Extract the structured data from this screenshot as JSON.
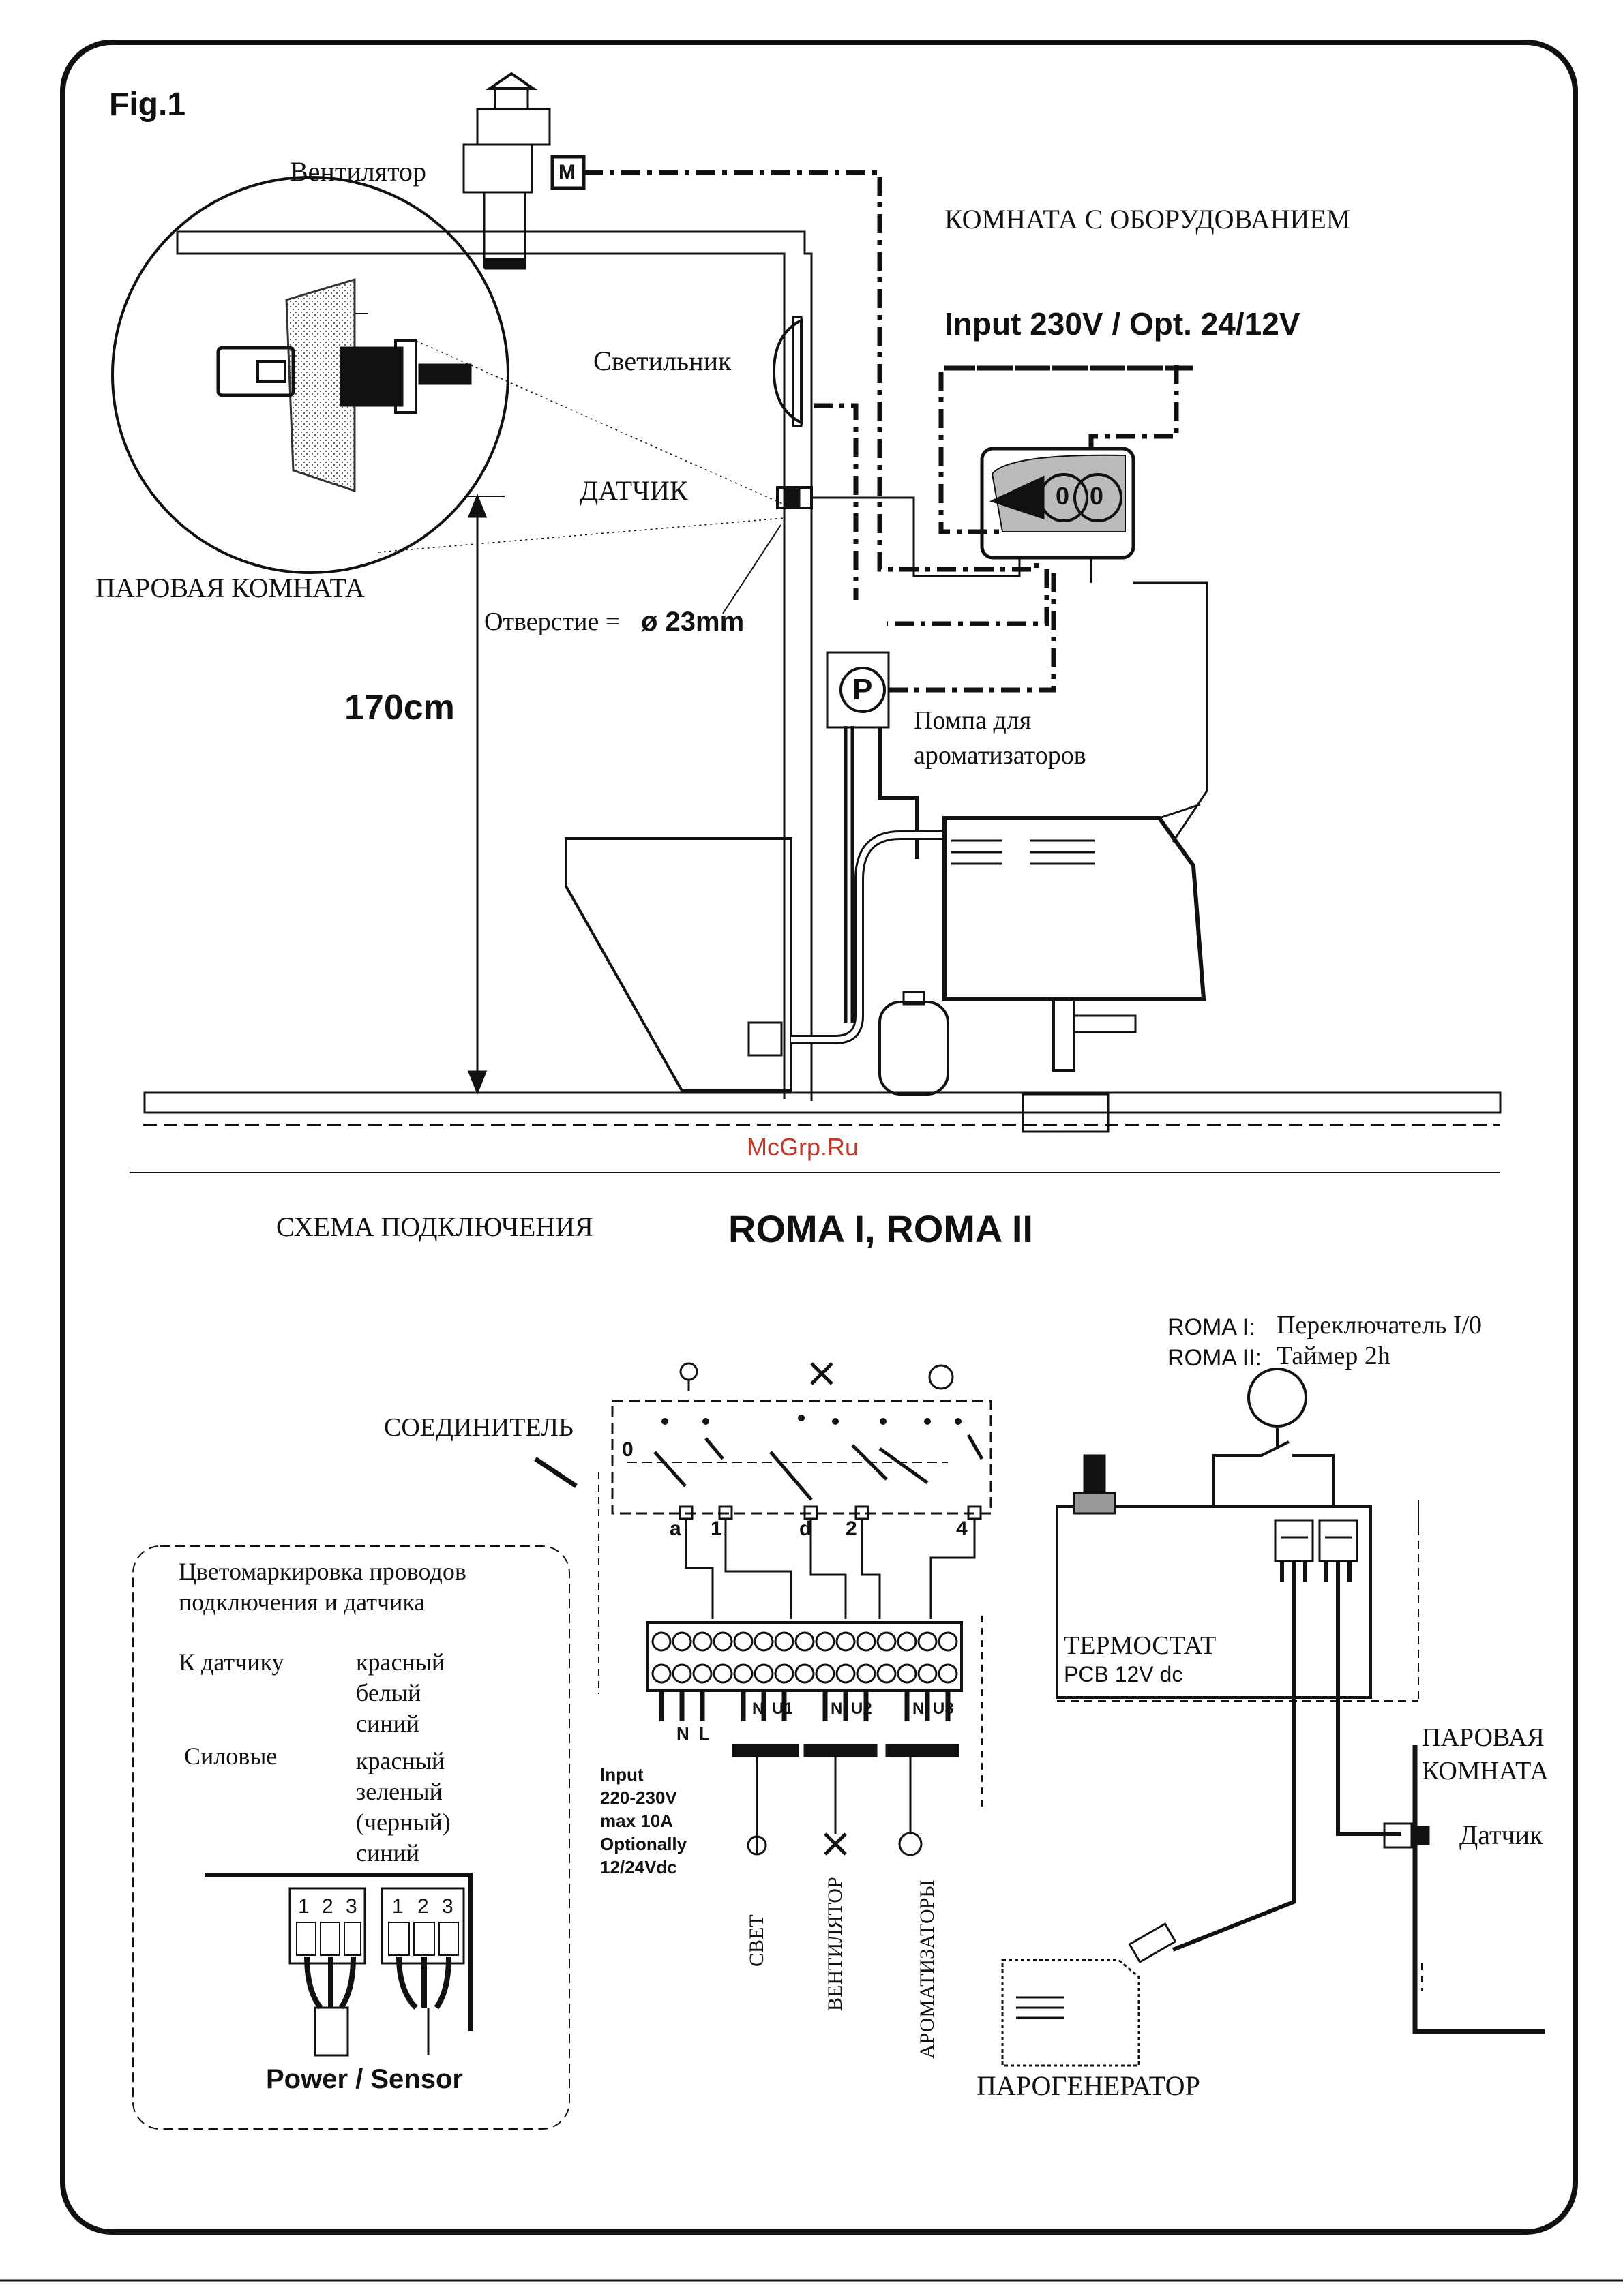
{
  "figure_label": "Fig.1",
  "top": {
    "fan": "Вентилятор",
    "equipment_room": "КОМНАТА С ОБОРУДОВАНИЕМ",
    "input": "Input 230V / Opt. 24/12V",
    "lamp": "Светильник",
    "sensor": "ДАТЧИК",
    "steam_room": "ПАРОВАЯ КОМНАТА",
    "hole_label": "Отверстие =",
    "hole_size": "ø 23mm",
    "height": "170cm",
    "pump": "Помпа для ароматизаторов",
    "motor_symbol": "M",
    "pump_symbol": "P",
    "controller_digits": [
      "0",
      "0"
    ]
  },
  "watermark": "McGrp.Ru",
  "bottom": {
    "scheme_label": "СХЕМА ПОДКЛЮЧЕНИЯ",
    "model_title": "ROMA I, ROMA II",
    "connector": "СОЕДИНИТЕЛЬ",
    "switch_zero": "0",
    "contacts": [
      "a",
      "1",
      "d",
      "2",
      "4"
    ],
    "terminal_labels": [
      "N",
      "L",
      "N",
      "U1",
      "N",
      "U2",
      "N",
      "U3"
    ],
    "input_block": [
      "Input",
      "220-230V",
      "max 10A",
      "Optionally",
      "12/24Vdc"
    ],
    "outputs": [
      "СВЕТ",
      "ВЕНТИЛЯТОР",
      "АРОМАТИЗАТОРЫ"
    ],
    "roma1_prefix": "ROMA I:",
    "roma1_text": "Переключатель I/0",
    "roma2_prefix": "ROMA II:",
    "roma2_text": "Таймер 2h",
    "thermostat": "ТЕРМОСТАТ",
    "pcb": "PCB 12V dc",
    "steam_room": "ПАРОВАЯ КОМНАТА",
    "sensor": "Датчик",
    "generator": "ПАРОГЕНЕРАТОР"
  },
  "legend": {
    "title": "Цветомаркировка проводов подключения и датчика",
    "sensor_label": "К датчику",
    "sensor_colors": [
      "красный",
      "белый",
      "синий"
    ],
    "power_label": "Силовые",
    "power_colors": [
      "красный",
      "зеленый",
      "(черный)",
      "синий"
    ],
    "pins": [
      "1",
      "2",
      "3"
    ],
    "caption": "Power / Sensor"
  }
}
